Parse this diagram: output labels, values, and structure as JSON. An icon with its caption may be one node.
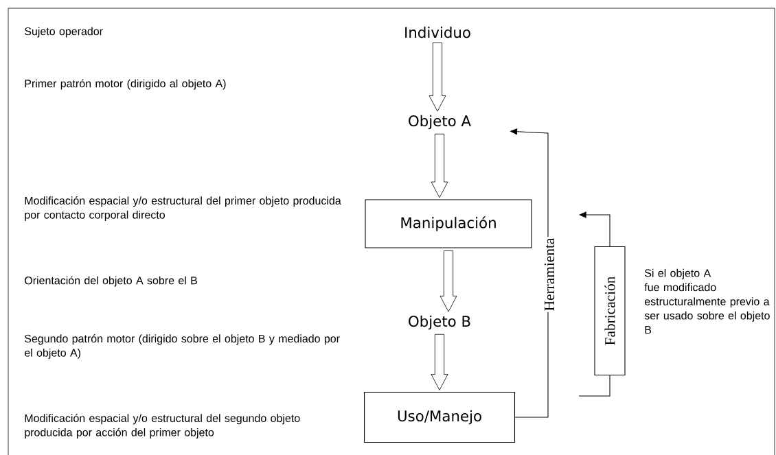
{
  "diagram": {
    "nodes": [
      {
        "text": [
          "Individuo"
        ]
      },
      {
        "text": [
          "Objeto A"
        ]
      },
      {
        "text": [
          "Manipulación"
        ]
      },
      {
        "text": [
          "Objeto B"
        ]
      },
      {
        "text": [
          "Uso/Manejo"
        ]
      },
      {
        "text": [
          "Fabricación"
        ]
      }
    ],
    "edges": [
      {
        "from": 0,
        "to": 1,
        "arrow": "to",
        "style": "thick"
      },
      {
        "from": 1,
        "to": 2,
        "arrow": "to",
        "style": "thick"
      },
      {
        "from": 2,
        "to": 3,
        "arrow": "to",
        "style": "thick"
      },
      {
        "from": 3,
        "to": 4,
        "arrow": "to",
        "style": "thick"
      },
      {
        "from": 4,
        "to": 1,
        "arrow": "to",
        "label": "Herramienta"
      },
      {
        "from": null,
        "to": 5,
        "arrow": "none"
      },
      {
        "from": 5,
        "to": null,
        "arrow": "to"
      }
    ],
    "labels": [
      "Sujeto operador",
      "Primer patrón motor (dirigido al objeto A)",
      "Modificación espacial y/o estructural del primer objeto producida por contacto corporal directo",
      "Orientación del objeto A sobre el B",
      "Segundo patrón motor (dirigido sobre el objeto B y mediado por el objeto A)",
      "Modificación espacial y/o estructural del segundo objeto producida por acción del primer objeto",
      "Si el objeto A fue modificado estructuralmente previo a ser usado sobre el objeto B"
    ]
  }
}
